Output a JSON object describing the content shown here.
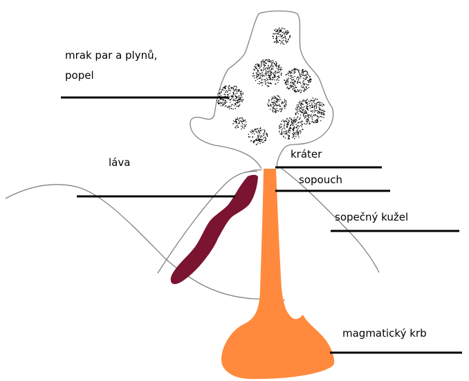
{
  "labels": {
    "cloud_line1": "mrak par a plynů,",
    "cloud_line2": "popel",
    "lava": "láva",
    "crater": "kráter",
    "vent": "sopouch",
    "cone": "sopečný kužel",
    "chamber": "magmatický krb"
  },
  "colors": {
    "magma": "#ff8a3d",
    "lava": "#7a1430",
    "outline": "#808080",
    "leader_lines": "#000000",
    "ash": "#000000"
  }
}
